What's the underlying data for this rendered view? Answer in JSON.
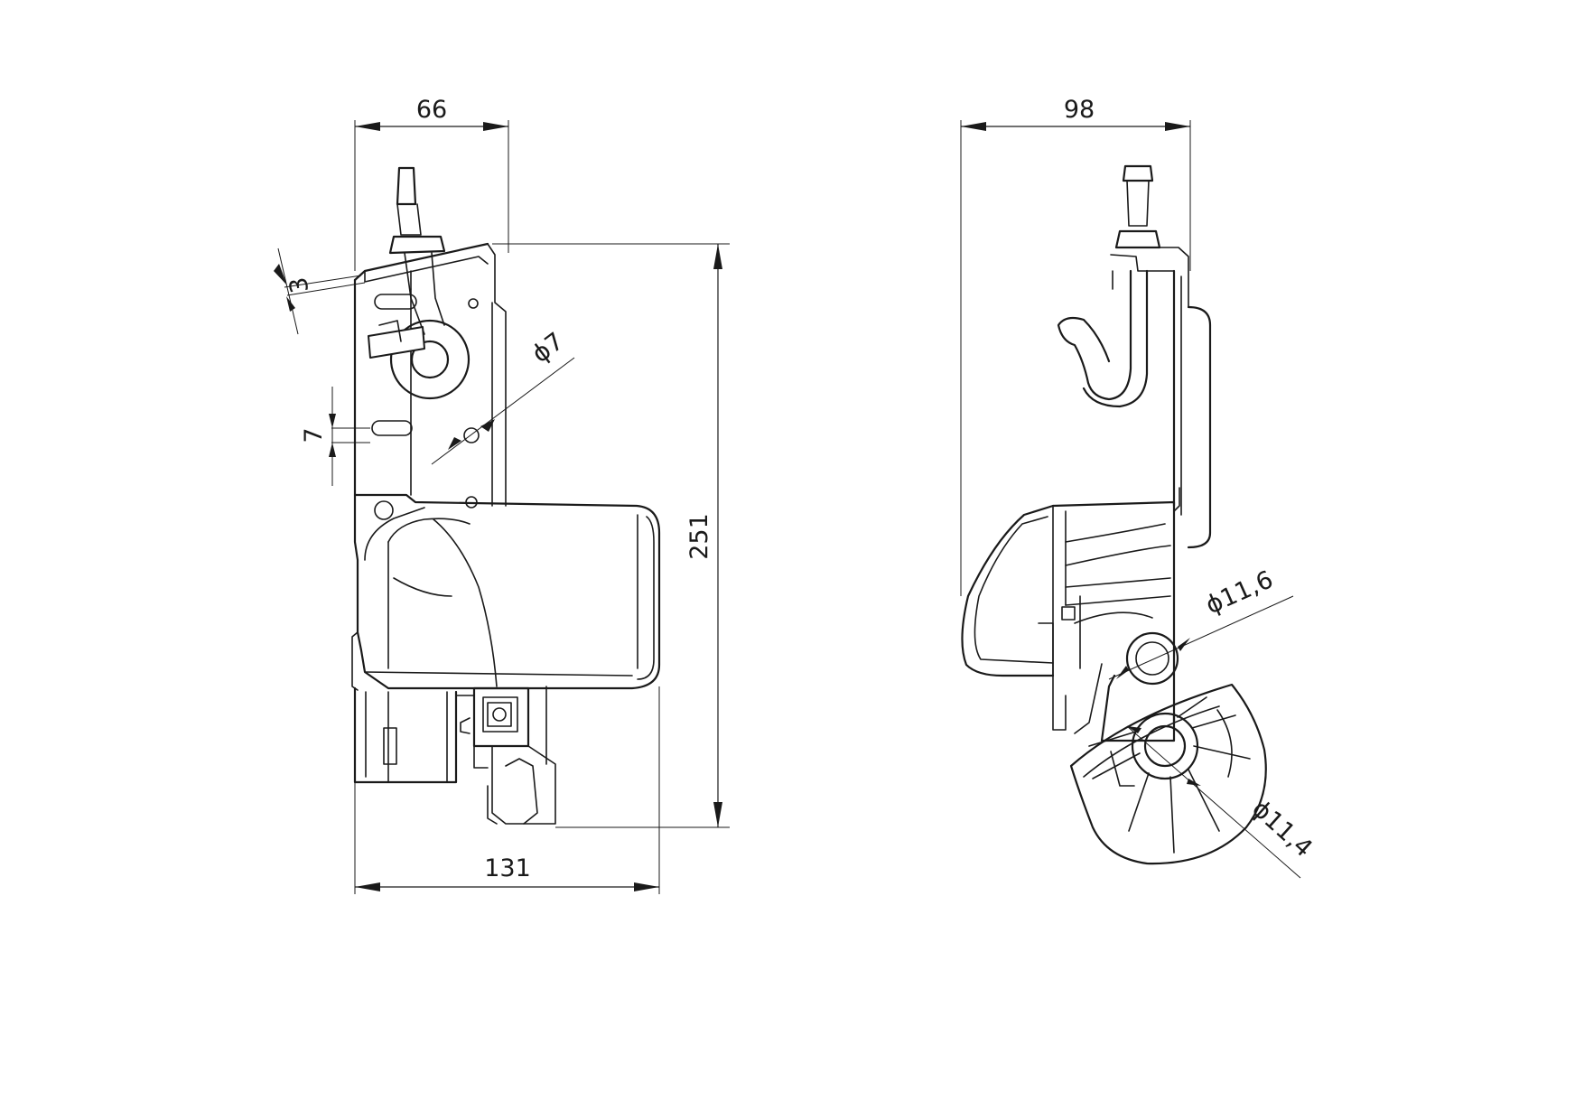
{
  "drawing": {
    "front_view": {
      "dimensions": {
        "top_width": "66",
        "bottom_width": "131",
        "height": "251",
        "slot_height": "7",
        "bracket_thickness": "3",
        "hole_diameter": "ϕ7"
      }
    },
    "side_view": {
      "dimensions": {
        "width": "98",
        "upper_bore_diameter": "ϕ11,6",
        "lower_bore_diameter": "ϕ11,4"
      }
    }
  }
}
